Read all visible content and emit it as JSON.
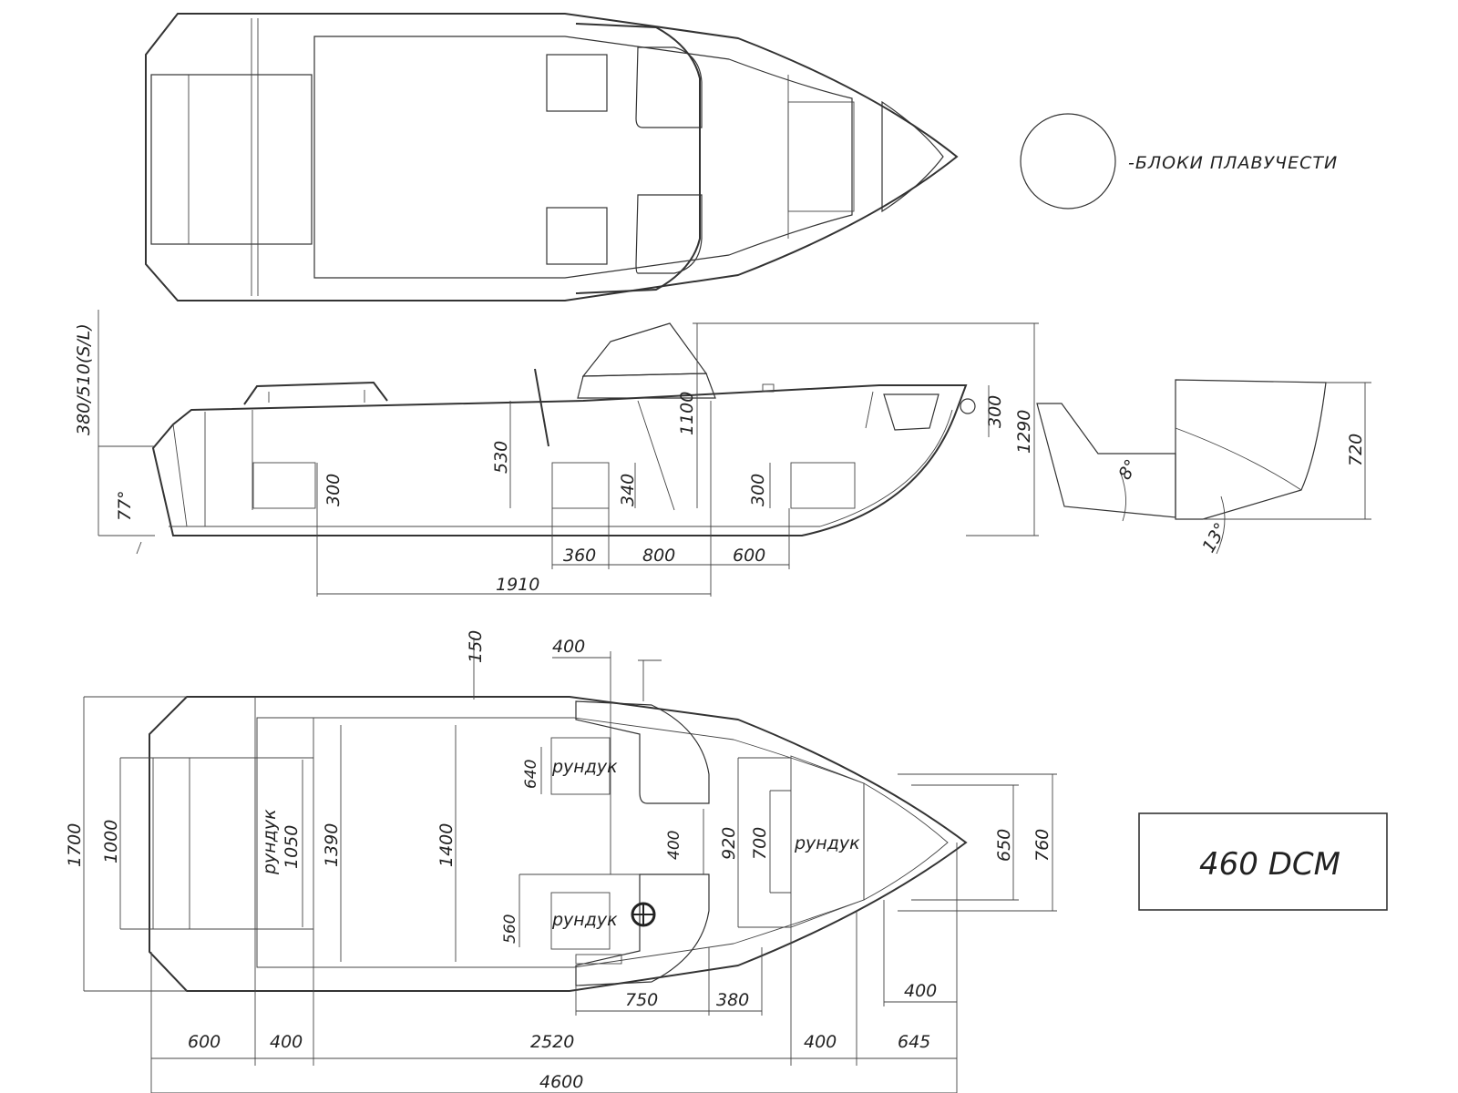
{
  "legend": {
    "text": "-БЛОКИ ПЛАВУЧЕСТИ"
  },
  "model": {
    "name": "460 DCM"
  },
  "side_view": {
    "dims": {
      "transom_height": "380/510(S/L)",
      "angle_transom": "77°",
      "seat1_h": "300",
      "side_h": "530",
      "seat2_h": "340",
      "windshield_h": "1100",
      "seat3_h": "300",
      "bow_h": "300",
      "overall_h": "1290",
      "w360": "360",
      "w800": "800",
      "w600": "600",
      "w1910": "1910"
    }
  },
  "section_view": {
    "dims": {
      "angle_top": "8°",
      "angle_bottom": "13°",
      "height": "720"
    }
  },
  "plan_view": {
    "labels": {
      "locker": "рундук"
    },
    "dims": {
      "d150": "150",
      "d400_top": "400",
      "d1700": "1700",
      "d1000": "1000",
      "d1050": "1050",
      "d1390": "1390",
      "d1400": "1400",
      "d640": "640",
      "d400_mid": "400",
      "d560": "560",
      "d920": "920",
      "d700": "700",
      "d650": "650",
      "d760": "760",
      "d750": "750",
      "d380": "380",
      "d400_bow": "400",
      "d600": "600",
      "d400_a": "400",
      "d2520": "2520",
      "d400_b": "400",
      "d645": "645",
      "d4600": "4600"
    }
  },
  "colors": {
    "hull_grey": "#dcdcdc",
    "seat_orange": "#f5a623",
    "deck_red": "#8c0b0e",
    "console_teal": "#5aa6a0"
  }
}
